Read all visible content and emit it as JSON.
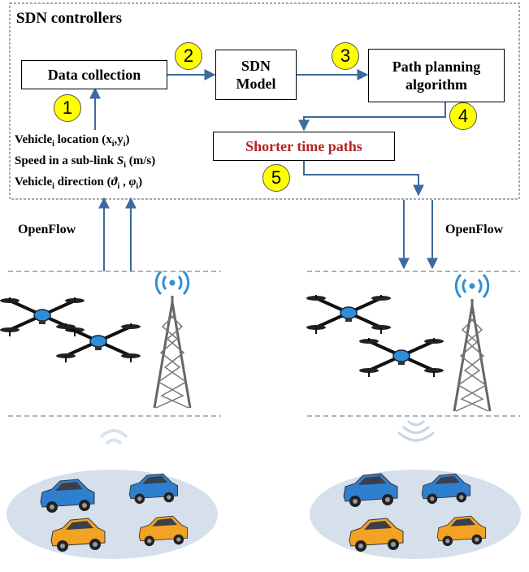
{
  "controller": {
    "title": "SDN controllers",
    "data_collection": "Data collection",
    "sdn_model_line1": "SDN",
    "sdn_model_line2": "Model",
    "path_planning_line1": "Path planning",
    "path_planning_line2": "algorithm",
    "shorter_paths": "Shorter time paths",
    "shorter_paths_color": "#b22222"
  },
  "steps": [
    "1",
    "2",
    "3",
    "4",
    "5"
  ],
  "metrics": {
    "vehicle_word": "Vehicle",
    "sub_i": "i",
    "location_text": "location (x",
    "location_sep": ",y",
    "location_close": ")",
    "speed_text": "Speed in a sub-link ",
    "speed_var": "S",
    "speed_unit": " (m/s)",
    "direction_text": "direction (",
    "direction_theta": "ϑ",
    "direction_sep": " , ",
    "direction_phi": "φ",
    "direction_close": ")"
  },
  "openflow": {
    "left": "OpenFlow",
    "right": "OpenFlow"
  },
  "colors": {
    "arrow": "#3d6a9e",
    "drone_hub": "#2f8fd6",
    "tower_wave": "#2f8fd6",
    "tower": "#666666",
    "ellipse": "#d6e0ec",
    "car_blue": "#2f7fd0",
    "car_orange": "#f2a323",
    "wifi_faint": "#d8e4ef"
  }
}
